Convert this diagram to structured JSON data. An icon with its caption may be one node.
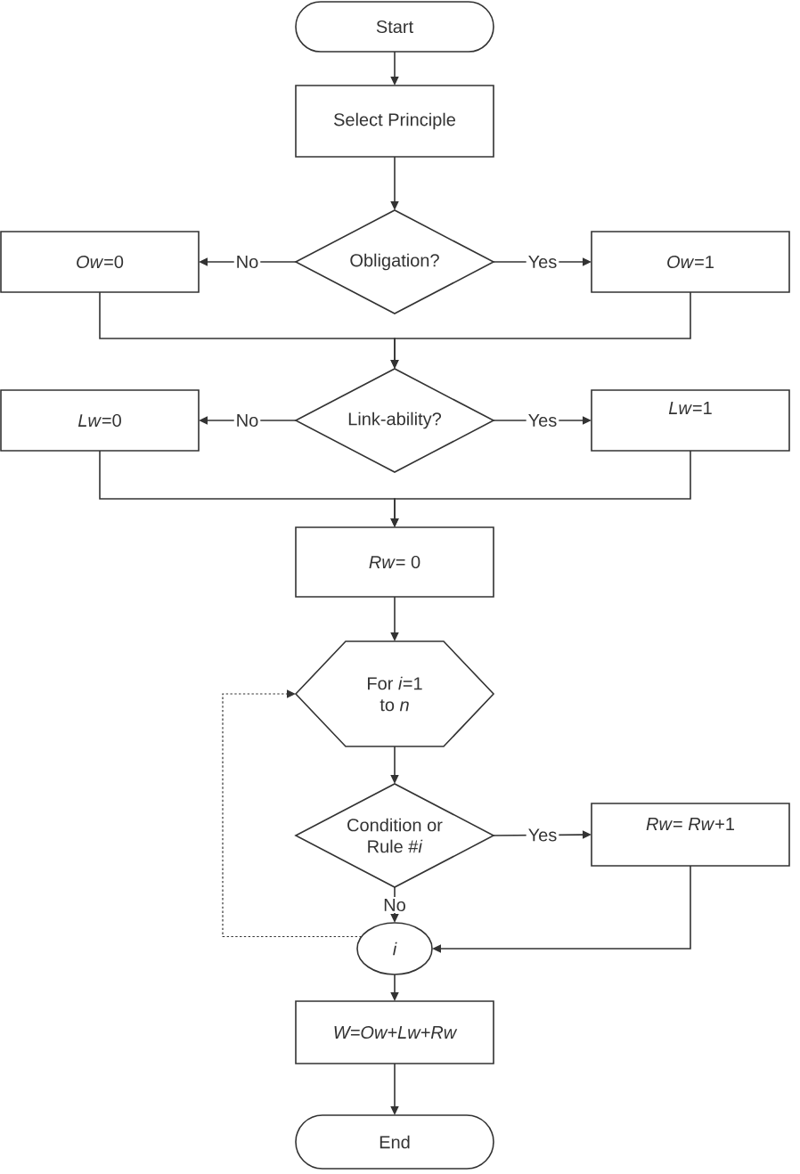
{
  "diagram": {
    "nodes": [
      {
        "text": [
          "Start"
        ]
      },
      {
        "text": [
          "Select Principle"
        ]
      },
      {
        "text": [
          "Obligation?"
        ]
      },
      {
        "text": [
          "*Ow*=0"
        ]
      },
      {
        "text": [
          "*Ow*=1"
        ]
      },
      {
        "text": [
          "Link-ability?"
        ]
      },
      {
        "text": [
          "*Lw*=0"
        ]
      },
      {
        "text": [
          "*Lw*=1"
        ]
      },
      {
        "text": [
          "*Rw*= 0"
        ]
      },
      {
        "text": [
          "For *i*=1 to *n*"
        ]
      },
      {
        "text": [
          "Condition or Rule #*i*"
        ]
      },
      {
        "text": [
          "*Rw*= *Rw*+1"
        ]
      },
      {
        "text": [
          "i"
        ]
      },
      {
        "text": [
          "W=Ow+Lw+Rw"
        ]
      },
      {
        "text": [
          "End"
        ]
      }
    ],
    "edges": [
      {
        "from": 0,
        "to": 1,
        "arrow": "to"
      },
      {
        "from": 1,
        "to": 2,
        "arrow": "to"
      },
      {
        "from": 2,
        "to": 3,
        "arrow": "to",
        "label": "No"
      },
      {
        "from": 2,
        "to": 4,
        "arrow": "to",
        "label": "Yes"
      },
      {
        "from": 3,
        "to": 5,
        "arrow": "to"
      },
      {
        "from": 4,
        "to": 5,
        "arrow": "to"
      },
      {
        "from": 5,
        "to": 6,
        "arrow": "to",
        "label": "No"
      },
      {
        "from": 5,
        "to": 7,
        "arrow": "to",
        "label": "Yes"
      },
      {
        "from": 6,
        "to": 8,
        "arrow": "to"
      },
      {
        "from": 7,
        "to": 8,
        "arrow": "to"
      },
      {
        "from": 8,
        "to": 9,
        "arrow": "to"
      },
      {
        "from": 9,
        "to": 10,
        "arrow": "to"
      },
      {
        "from": 10,
        "to": 11,
        "arrow": "to",
        "label": "Yes"
      },
      {
        "from": 10,
        "to": 12,
        "arrow": "to",
        "label": "No"
      },
      {
        "from": 11,
        "to": 12,
        "arrow": "to"
      },
      {
        "from": 12,
        "to": 9,
        "arrow": "to",
        "style": "dashed"
      },
      {
        "from": 12,
        "to": 13,
        "arrow": "to"
      },
      {
        "from": 13,
        "to": 14,
        "arrow": "to"
      }
    ]
  }
}
